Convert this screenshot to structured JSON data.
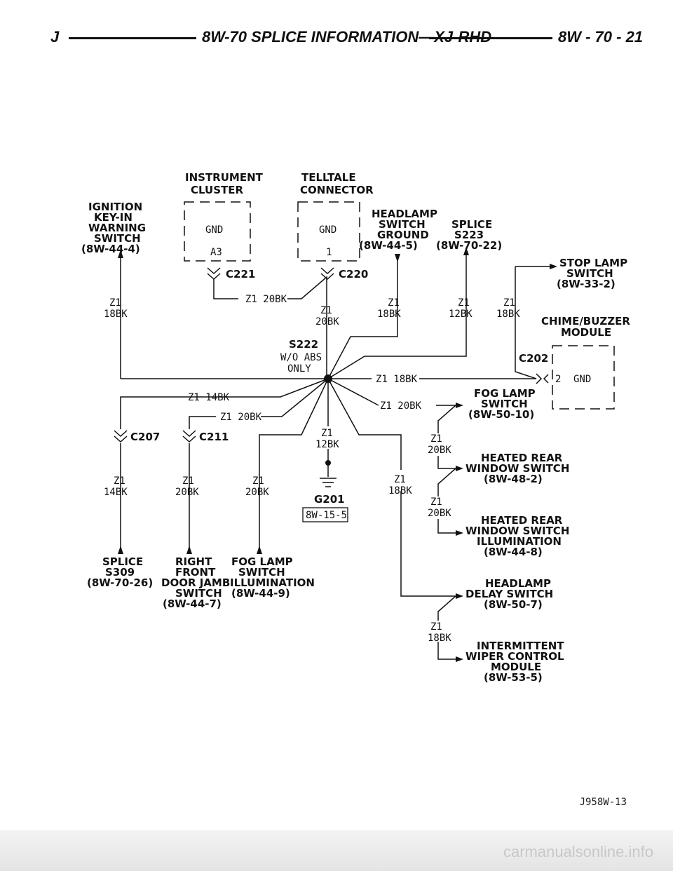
{
  "header": {
    "left": "J",
    "title": "8W-70 SPLICE INFORMATION—XJ-RHD",
    "right": "8W - 70 - 21"
  },
  "components": {
    "instrument_cluster": [
      "INSTRUMENT",
      "CLUSTER"
    ],
    "telltale_connector": [
      "TELLTALE",
      "CONNECTOR"
    ],
    "ignition_switch": [
      "IGNITION",
      "KEY-IN",
      "WARNING",
      "SWITCH",
      "(8W-44-4)"
    ],
    "headlamp_ground": [
      "HEADLAMP",
      "SWITCH",
      "GROUND",
      "(8W-44-5)"
    ],
    "splice_s223": [
      "SPLICE",
      "S223",
      "(8W-70-22)"
    ],
    "stop_lamp": [
      "STOP LAMP",
      "SWITCH",
      "(8W-33-2)"
    ],
    "chime_module": [
      "CHIME/BUZZER",
      "MODULE"
    ],
    "fog_lamp_switch": [
      "FOG LAMP",
      "SWITCH",
      "(8W-50-10)"
    ],
    "heated_rear_switch": [
      "HEATED REAR",
      "WINDOW SWITCH",
      "(8W-48-2)"
    ],
    "heated_rear_illum": [
      "HEATED REAR",
      "WINDOW SWITCH",
      "ILLUMINATION",
      "(8W-44-8)"
    ],
    "headlamp_delay": [
      "HEADLAMP",
      "DELAY SWITCH",
      "(8W-50-7)"
    ],
    "wiper_module": [
      "INTERMITTENT",
      "WIPER CONTROL",
      "MODULE",
      "(8W-53-5)"
    ],
    "splice_s309": [
      "SPLICE",
      "S309",
      "(8W-70-26)"
    ],
    "door_jamb": [
      "RIGHT",
      "FRONT",
      "DOOR JAMB",
      "SWITCH",
      "(8W-44-7)"
    ],
    "fog_illum": [
      "FOG LAMP",
      "SWITCH",
      "ILLUMINATION",
      "(8W-44-9)"
    ]
  },
  "connectors": {
    "c221": "C221",
    "c220": "C220",
    "c202": "C202",
    "c207": "C207",
    "c211": "C211",
    "gnd": "GND",
    "pin_a3": "A3",
    "pin_1": "1",
    "pin_2": "2"
  },
  "splice": {
    "id": "S222",
    "note": [
      "W/O ABS",
      "ONLY"
    ]
  },
  "ground": {
    "id": "G201",
    "ref": "8W-15-5"
  },
  "wires": {
    "z1": "Z1",
    "z1_20bk": "Z1 20BK",
    "z1_14bk": "Z1 14BK",
    "z1_18bk": "Z1 18BK",
    "w18bk": "18BK",
    "w20bk": "20BK",
    "w12bk": "12BK",
    "w14bk": "14BK"
  },
  "figure_id": "J958W-13",
  "watermark": "carmanualsonline.info"
}
